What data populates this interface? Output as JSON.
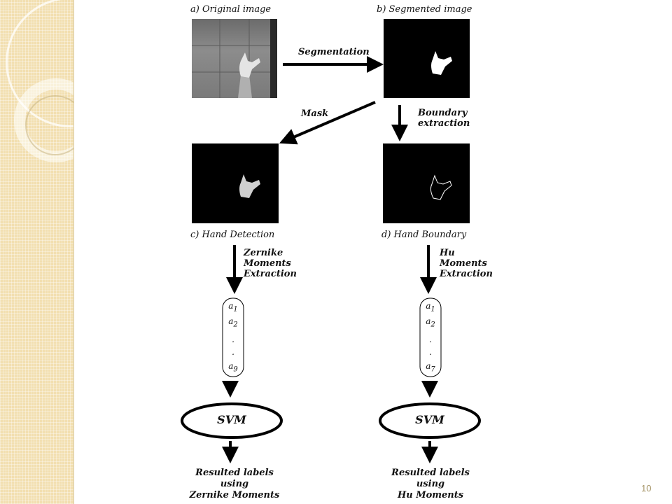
{
  "labels": {
    "original": "a) Original image",
    "segmented": "b) Segmented image",
    "hand_detection": "c) Hand Detection",
    "hand_boundary": "d) Hand Boundary"
  },
  "arrows": {
    "segmentation": "Segmentation",
    "mask": "Mask",
    "boundary_extraction": [
      "Boundary",
      "extraction"
    ],
    "zernike_extraction": [
      "Zernike",
      "Moments",
      "Extraction"
    ],
    "hu_extraction": [
      "Hu",
      "Moments",
      "Extraction"
    ]
  },
  "vectors": {
    "left": [
      "a",
      "1",
      "a",
      "2",
      ".",
      ".",
      "a",
      "9"
    ],
    "right": [
      "a",
      "1",
      "a",
      "2",
      ".",
      ".",
      "a",
      "7"
    ]
  },
  "classifier": {
    "left": "SVM",
    "right": "SVM"
  },
  "results": {
    "left": [
      "Resulted labels",
      "using",
      "Zernike Moments"
    ],
    "right": [
      "Resulted labels",
      "using",
      "Hu Moments"
    ]
  },
  "page_number": "10"
}
